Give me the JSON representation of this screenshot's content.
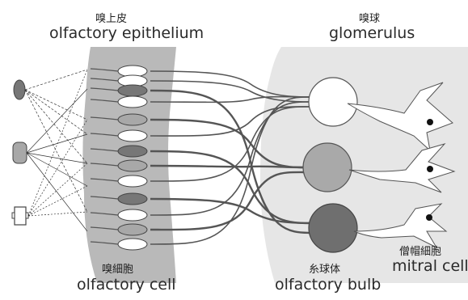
{
  "labels": {
    "epithelium_jp": "嗅上皮",
    "epithelium_en": "olfactory epithelium",
    "glomerulus_jp": "嗅球",
    "glomerulus_en": "glomerulus",
    "cell_jp": "嗅細胞",
    "cell_en": "olfactory cell",
    "bulb_jp": "糸球体",
    "bulb_en": "olfactory bulb",
    "mitral_jp": "僧帽細胞",
    "mitral_en": "mitral cell"
  },
  "colors": {
    "epithelium_band": "#b9b9b9",
    "bulb_region": "#e6e6e6",
    "odorant_dark": "#777777",
    "odorant_mid": "#a8a8a8",
    "odorant_light": "#ffffff",
    "glomerulus_light": "#ffffff",
    "glomerulus_mid": "#a9a9a9",
    "glomerulus_dark": "#6f6f6f",
    "outline": "#444444"
  }
}
